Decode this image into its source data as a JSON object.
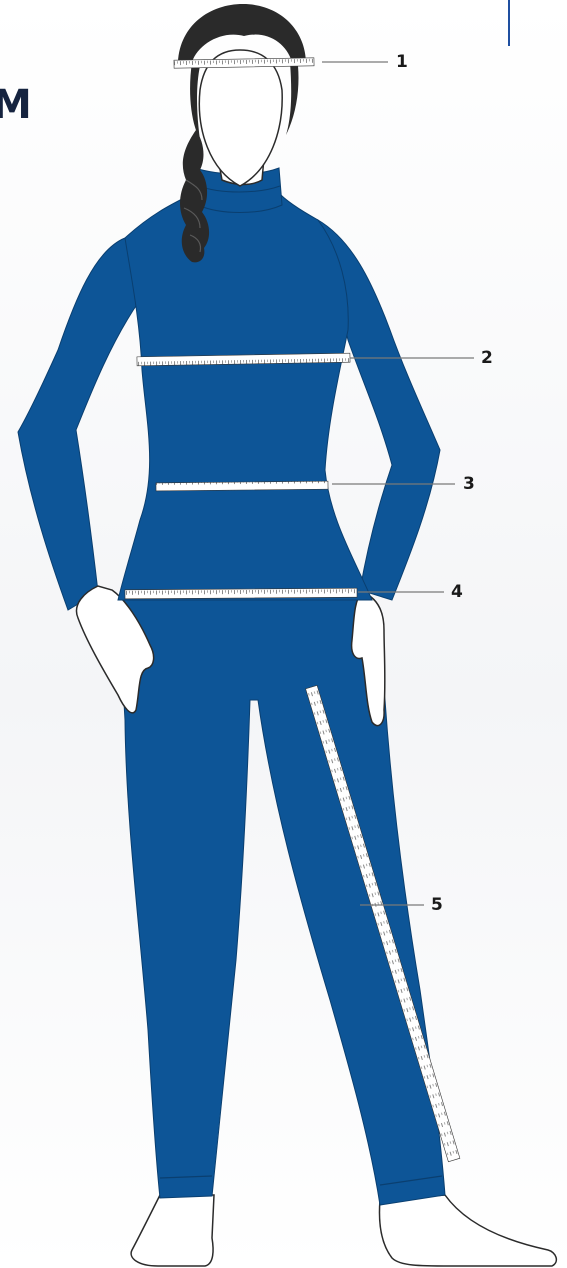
{
  "header": {
    "corner_text": "M"
  },
  "figure": {
    "description_icon": "woman-in-wetsuit-figure",
    "suit_color": "#0d5597",
    "hair_color": "#2a2a2a",
    "tape_color": "#ffffff"
  },
  "callouts": [
    {
      "label": "1",
      "name": "head"
    },
    {
      "label": "2",
      "name": "chest"
    },
    {
      "label": "3",
      "name": "waist"
    },
    {
      "label": "4",
      "name": "hips"
    },
    {
      "label": "5",
      "name": "inseam"
    }
  ]
}
